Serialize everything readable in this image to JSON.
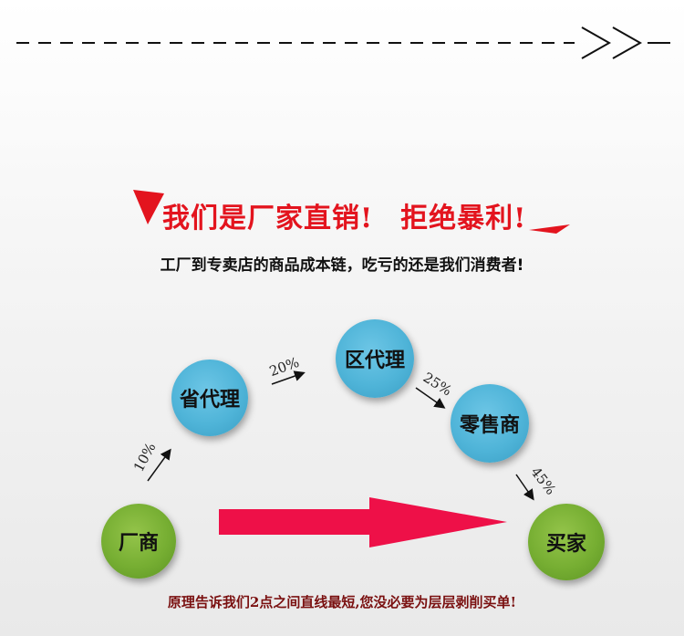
{
  "banner": {
    "arrows_glyph": ">>-"
  },
  "title": {
    "part1": "我们是厂家直销!",
    "part2": "拒绝暴利!"
  },
  "subtitle": "工厂到专卖店的商品成本链，吃亏的还是我们消费者!",
  "nodes": {
    "factory": "厂商",
    "province": "省代理",
    "district": "区代理",
    "retail": "零售商",
    "buyer": "买家"
  },
  "percentages": {
    "p10": "10%",
    "p20": "20%",
    "p25": "25%",
    "p45": "45%"
  },
  "footer": "原理告诉我们2点之间直线最短,您没必要为层层剥削买单!",
  "colors": {
    "accent_red": "#e3141e",
    "blue_node": "#4fb4d8",
    "green_node": "#76ae32",
    "arrow_red": "#ee1048"
  }
}
